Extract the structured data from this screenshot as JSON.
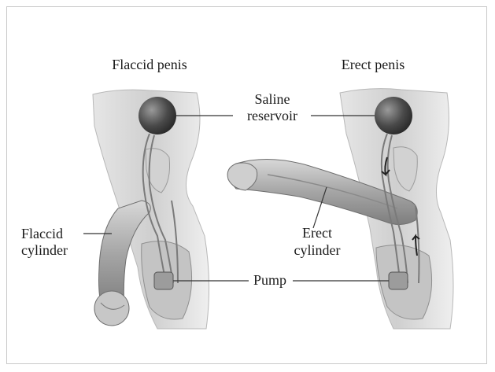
{
  "panels": {
    "left_title": "Flaccid penis",
    "right_title": "Erect penis"
  },
  "labels": {
    "saline_line1": "Saline",
    "saline_line2": "reservoir",
    "flaccid_cyl_line1": "Flaccid",
    "flaccid_cyl_line2": "cylinder",
    "erect_cyl_line1": "Erect",
    "erect_cyl_line2": "cylinder",
    "pump": "Pump"
  },
  "colors": {
    "tissue": "#bdbdbd",
    "tissue_dark": "#8d8d8d",
    "reservoir": "#5a5a5a",
    "leader": "#333333"
  }
}
